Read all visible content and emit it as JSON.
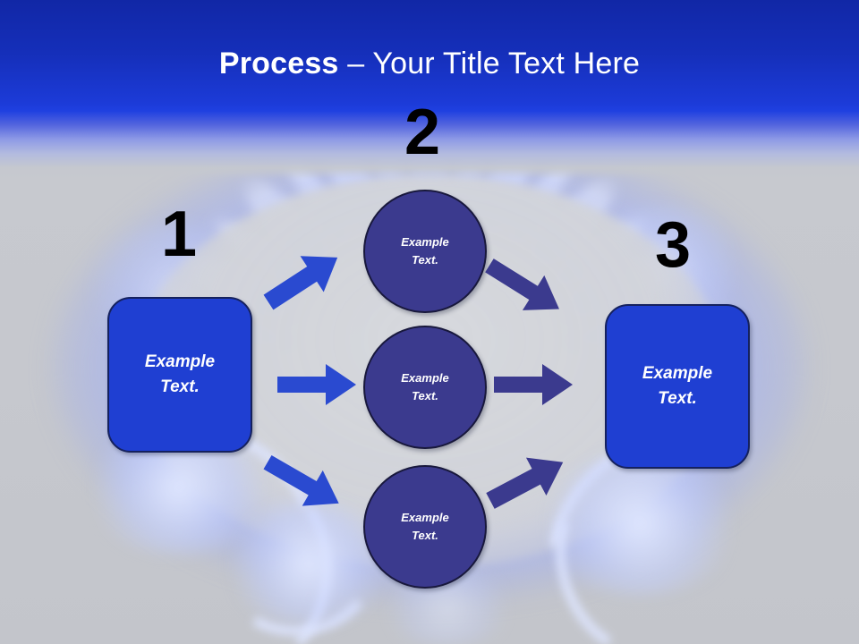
{
  "slide": {
    "title_strong": "Process",
    "title_rest": " – Your Title Text Here",
    "background": "gas-burner-flame-photo"
  },
  "colors": {
    "header_band_top": "#1127a6",
    "header_band_bright": "#1f40e0",
    "box_fill": "#1f3fd2",
    "box_border": "#15215e",
    "circle_fill": "#3b3a8e",
    "circle_border": "#18183c",
    "arrow_in": "#2a4ad0",
    "arrow_out": "#3b3a8e",
    "number_color": "#000000",
    "slide_background": "#c6c8cd",
    "text_on_shape": "#ffffff"
  },
  "steps": [
    {
      "number": "1",
      "label": "step-1"
    },
    {
      "number": "2",
      "label": "step-2"
    },
    {
      "number": "3",
      "label": "step-3"
    }
  ],
  "nodes": {
    "start_box": {
      "line1": "Example",
      "line2": "Text."
    },
    "end_box": {
      "line1": "Example",
      "line2": "Text."
    },
    "circle_top": {
      "line1": "Example",
      "line2": "Text."
    },
    "circle_middle": {
      "line1": "Example",
      "line2": "Text."
    },
    "circle_bottom": {
      "line1": "Example",
      "line2": "Text."
    }
  },
  "arrows": [
    {
      "name": "arrow-in-top",
      "direction": "up-right",
      "color": "#2a4ad0"
    },
    {
      "name": "arrow-in-mid",
      "direction": "right",
      "color": "#2a4ad0"
    },
    {
      "name": "arrow-in-bottom",
      "direction": "down-right",
      "color": "#2a4ad0"
    },
    {
      "name": "arrow-out-top",
      "direction": "down-right",
      "color": "#3b3a8e"
    },
    {
      "name": "arrow-out-mid",
      "direction": "right",
      "color": "#3b3a8e"
    },
    {
      "name": "arrow-out-bottom",
      "direction": "up-right",
      "color": "#3b3a8e"
    }
  ]
}
